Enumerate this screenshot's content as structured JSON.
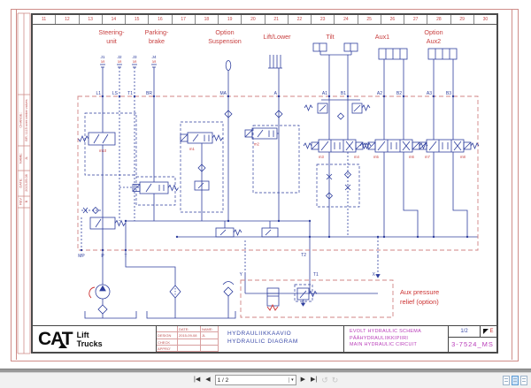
{
  "colors": {
    "frame_red": "#cf8d89",
    "accent_red": "#c84040",
    "schematic_blue": "#2f3f9e",
    "magenta": "#b93cb9"
  },
  "ruler": {
    "numbers": [
      "11",
      "12",
      "13",
      "14",
      "15",
      "16",
      "17",
      "18",
      "19",
      "20",
      "21",
      "22",
      "23",
      "24",
      "25",
      "26",
      "27",
      "28",
      "29",
      "30"
    ]
  },
  "revision_strip": {
    "change_label": "CHANGE:",
    "change_value": "BR, 1115 over center valves",
    "name_label": "NAME:",
    "name_value": "JL",
    "date_label": "DATE:",
    "date_value": "2015-09-08",
    "rev_label": "REV",
    "rev_value": "B"
  },
  "column_headers": {
    "steering_l1": "Steering-",
    "steering_l2": "unit",
    "parking_l1": "Parking-",
    "parking_l2": "brake",
    "suspension_l1": "Option",
    "suspension_l2": "Suspension",
    "lift": "Lift/Lower",
    "tilt": "Tilt",
    "aux1": "Aux1",
    "aux2_l1": "Option",
    "aux2_l2": "Aux2"
  },
  "connectors": {
    "j1": "J1",
    "j2": "J2",
    "j3": "J3",
    "j4": "J4",
    "hose_size": "3/8"
  },
  "ports": {
    "top": {
      "l1": "L1",
      "ls": "LS",
      "t1": "T1",
      "br": "BR",
      "ma": "MA",
      "a": "A",
      "a1": "A1",
      "b1": "B1",
      "a2": "A2",
      "b2": "B2",
      "a3": "A3",
      "b3": "B3"
    },
    "bottom": {
      "mp": "MP",
      "p": "P",
      "t": "T",
      "y": "Y",
      "t2": "T2",
      "t1": "T1",
      "x": "X"
    }
  },
  "component_labels": {
    "m1": "m1",
    "m2": "m2",
    "m3": "m3",
    "m4": "m4",
    "m5": "m5",
    "m6": "m6",
    "m7": "m7",
    "m8": "m8",
    "m10": "m10"
  },
  "annotations": {
    "aux_relief_l1": "Aux pressure",
    "aux_relief_l2": "relief (option)"
  },
  "title_block": {
    "logo": {
      "cat": "CAT",
      "lift": "Lift",
      "trucks": "Trucks"
    },
    "approval": {
      "date_label": "DATE:",
      "name_label": "NAME:",
      "rows": [
        {
          "label": "DESIGN",
          "date": "2015-09-08",
          "name": "JL"
        },
        {
          "label": "CHECK",
          "date": "",
          "name": ""
        },
        {
          "label": "APPRO'",
          "date": "",
          "name": ""
        }
      ]
    },
    "doc_title_fi": "HYDRAULIIKKAAVIO",
    "doc_title_en": "HYDRAULIC DIAGRAM",
    "project_l1": "EVOLT HYDRAULIC SCHEMA",
    "project_l2": "PÄÄHYDRAULIIKKIPIIRI",
    "project_l3": "MAIN HYDRAULIC CIRCUIT",
    "sheet": "1/2",
    "sheet_rev": "E",
    "drawing_number": "3-7524_MS"
  },
  "viewer_toolbar": {
    "first_icon": "|◀",
    "prev_icon": "◀",
    "page_field": "1 / 2",
    "dropdown_icon": "▾",
    "next_icon": "▶",
    "last_icon": "▶|",
    "rotate_ccw_icon": "↺",
    "rotate_cw_icon": "↻"
  }
}
